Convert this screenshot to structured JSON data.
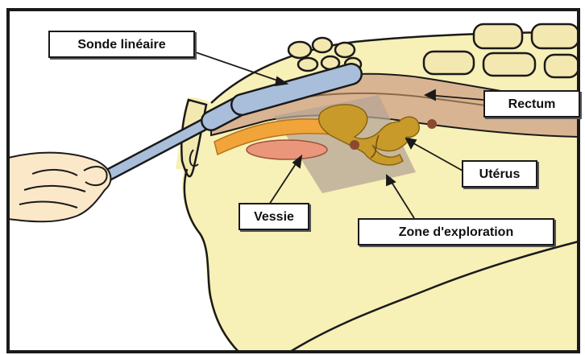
{
  "labels": {
    "probe": "Sonde linéaire",
    "rectum": "Rectum",
    "uterus": "Utérus",
    "bladder": "Vessie",
    "zone": "Zone d'exploration"
  },
  "colors": {
    "background": "#f7f0b7",
    "frame": "#1a1a1a",
    "probe": "#a9bedb",
    "rectum_wall": "#d9b493",
    "uterus": "#c89a2a",
    "bladder": "#e9967a",
    "cervix_orange": "#f0a43a",
    "exploration_zone": "#b5a596",
    "skin": "#fbe8c8"
  }
}
